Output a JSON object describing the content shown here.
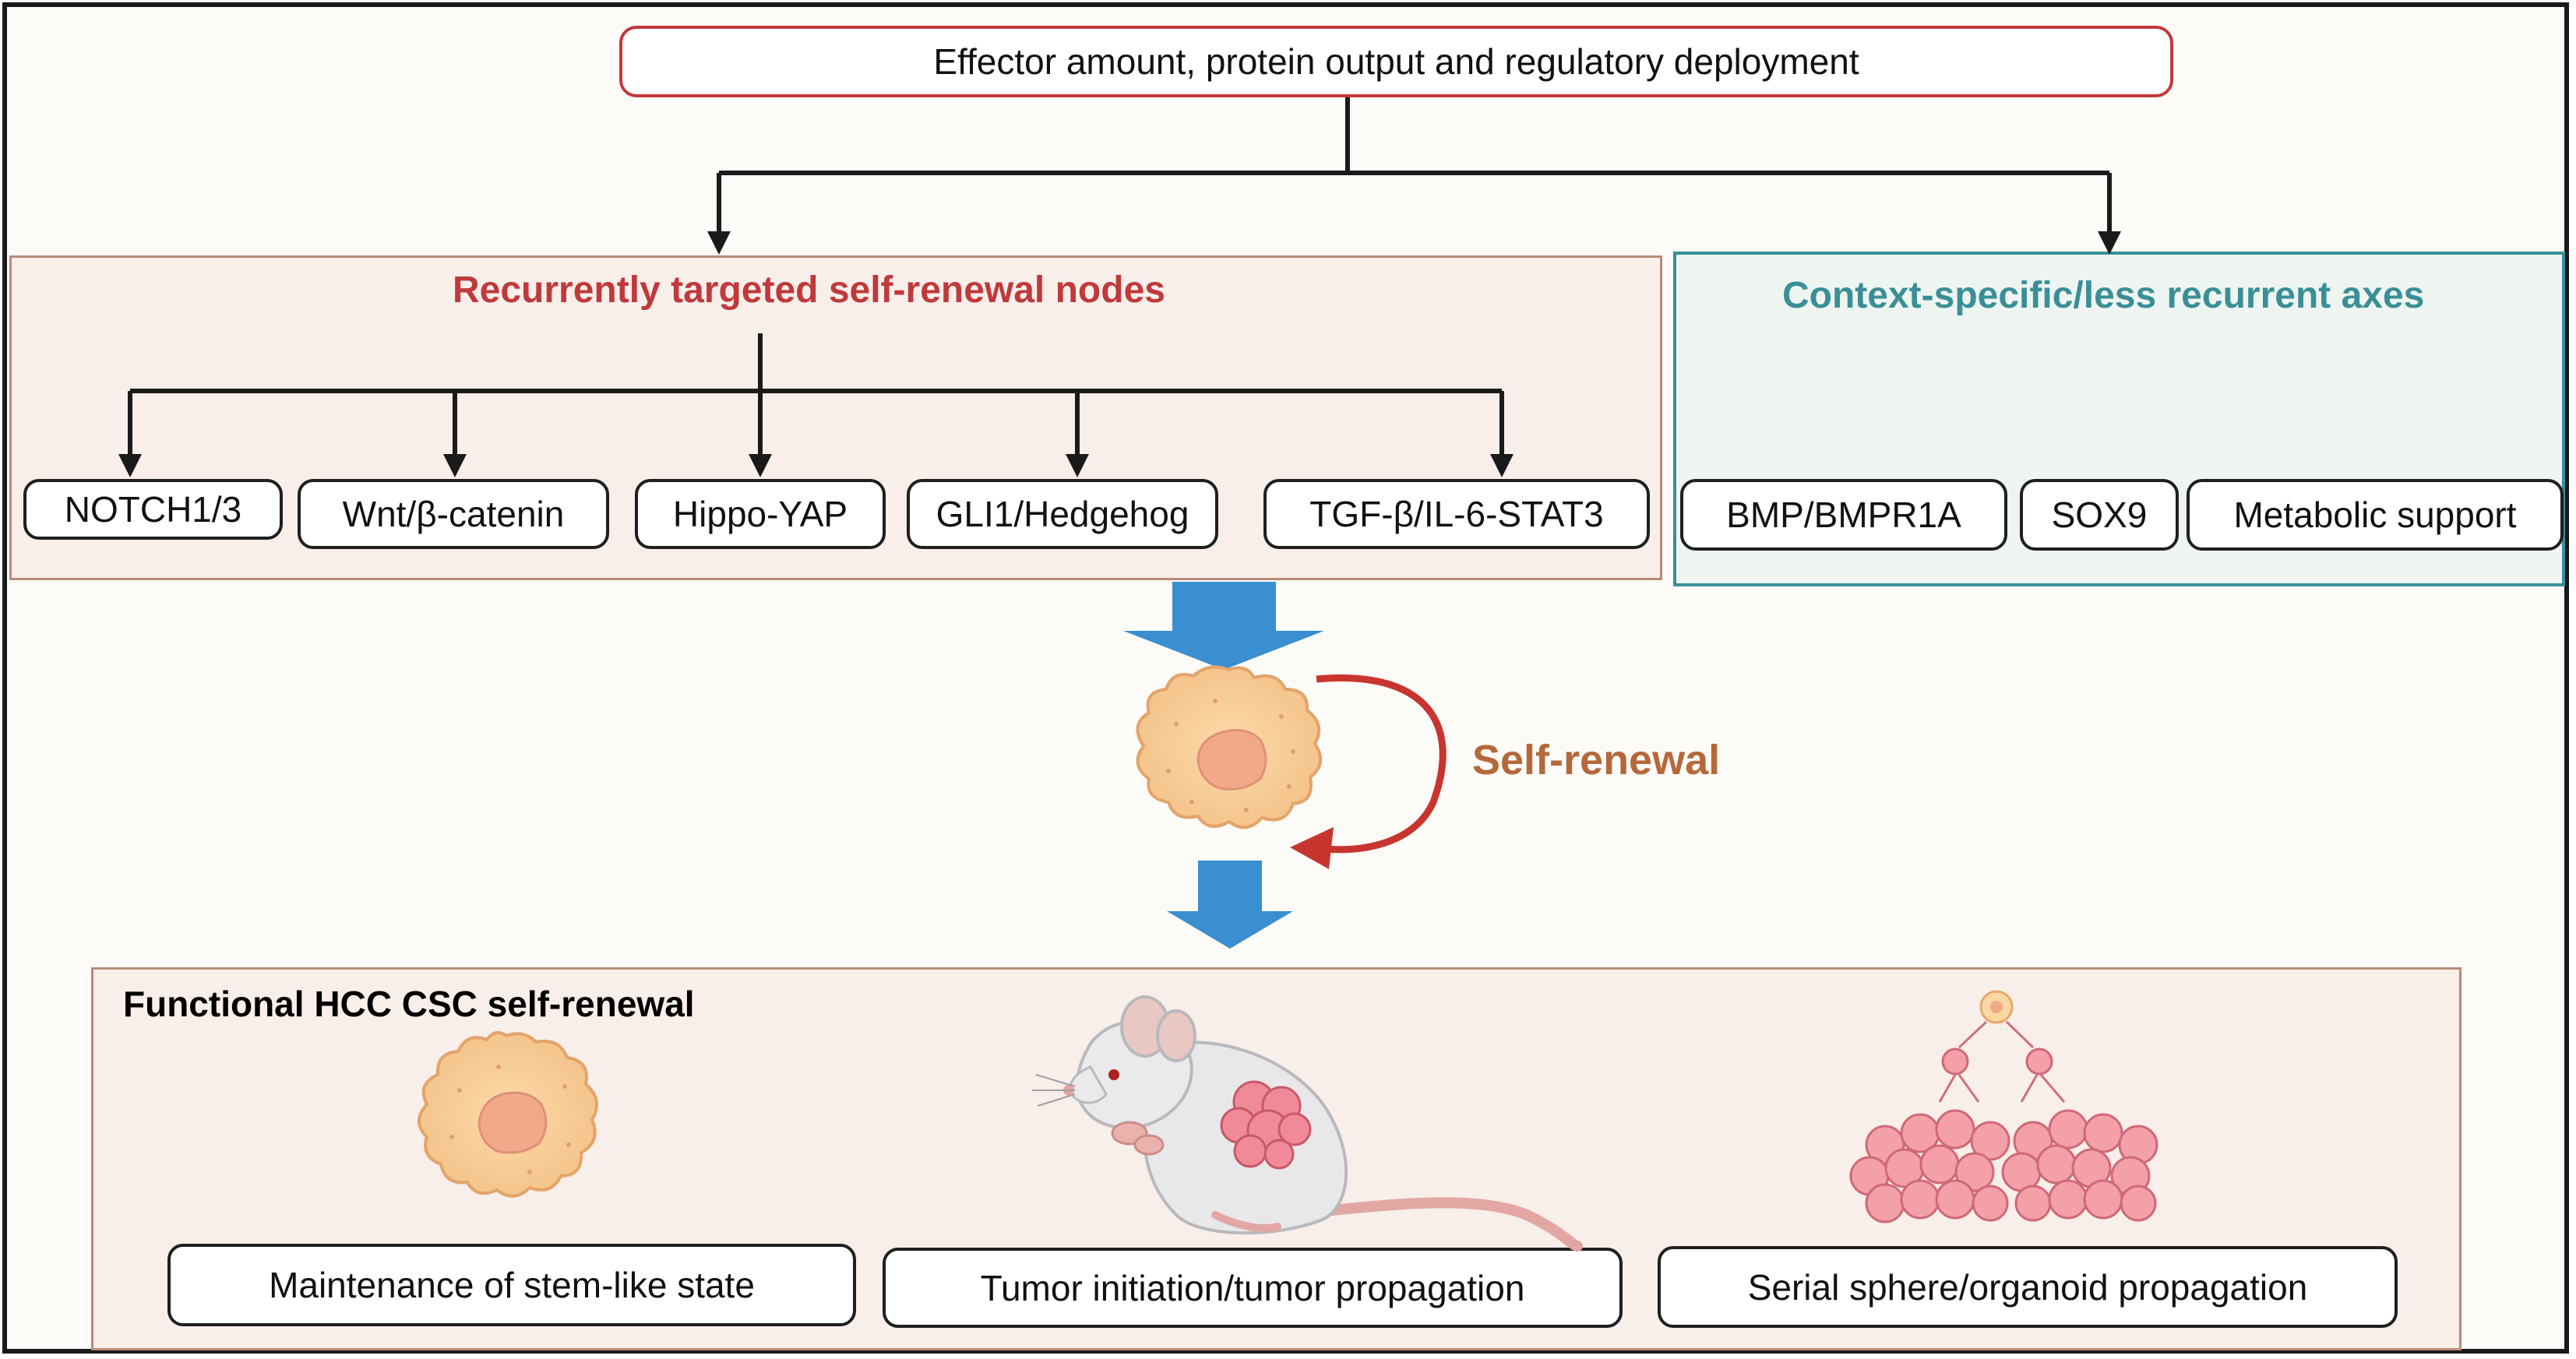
{
  "top_box": {
    "label": "Effector amount, protein output and regulatory deployment"
  },
  "left_panel": {
    "title": "Recurrently targeted self-renewal nodes",
    "nodes": [
      "NOTCH1/3",
      "Wnt/β-catenin",
      "Hippo-YAP",
      "GLI1/Hedgehog",
      "TGF-β/IL-6-STAT3"
    ]
  },
  "right_panel": {
    "title": "Context-specific/less recurrent axes",
    "nodes": [
      "BMP/BMPR1A",
      "SOX9",
      "Metabolic support"
    ]
  },
  "cycle_label": "Self-renewal",
  "bottom_panel": {
    "title": "Functional HCC CSC self-renewal",
    "outcomes": [
      "Maintenance of stem-like state",
      "Tumor initiation/tumor propagation",
      "Serial sphere/organoid propagation"
    ]
  },
  "colors": {
    "red_accent": "#c0393b",
    "teal_accent": "#3a8f97",
    "orange_text": "#b5683a",
    "blue_arrow": "#3a8fd0",
    "left_panel_bg": "#f8eeea",
    "right_panel_bg": "#eef5f0",
    "bottom_panel_bg": "#f8eeea"
  }
}
